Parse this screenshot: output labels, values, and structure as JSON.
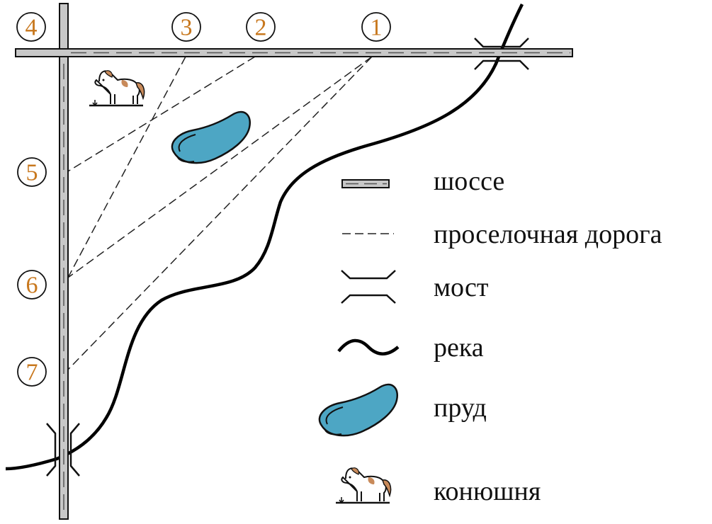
{
  "map": {
    "points": [
      {
        "id": "1",
        "label": "1"
      },
      {
        "id": "2",
        "label": "2"
      },
      {
        "id": "3",
        "label": "3"
      },
      {
        "id": "4",
        "label": "4"
      },
      {
        "id": "5",
        "label": "5"
      },
      {
        "id": "6",
        "label": "6"
      },
      {
        "id": "7",
        "label": "7"
      }
    ],
    "colors": {
      "road_fill": "#c8c8c8",
      "point_label": "#c8781e",
      "pond": "#4da6c4",
      "river": "#000000"
    },
    "icons": [
      "stable-horse-icon",
      "pond-icon",
      "bridge-icon",
      "river-icon",
      "highway-icon",
      "dirt-road-icon"
    ]
  },
  "legend": {
    "items": [
      {
        "key": "highway",
        "label": "шоссе",
        "icon": "highway-icon"
      },
      {
        "key": "dirt_road",
        "label": "проселочная дорога",
        "icon": "dirt-road-icon"
      },
      {
        "key": "bridge",
        "label": "мост",
        "icon": "bridge-icon"
      },
      {
        "key": "river",
        "label": "река",
        "icon": "river-icon"
      },
      {
        "key": "pond",
        "label": "пруд",
        "icon": "pond-icon"
      },
      {
        "key": "stable",
        "label": "конюшня",
        "icon": "stable-horse-icon"
      }
    ]
  }
}
